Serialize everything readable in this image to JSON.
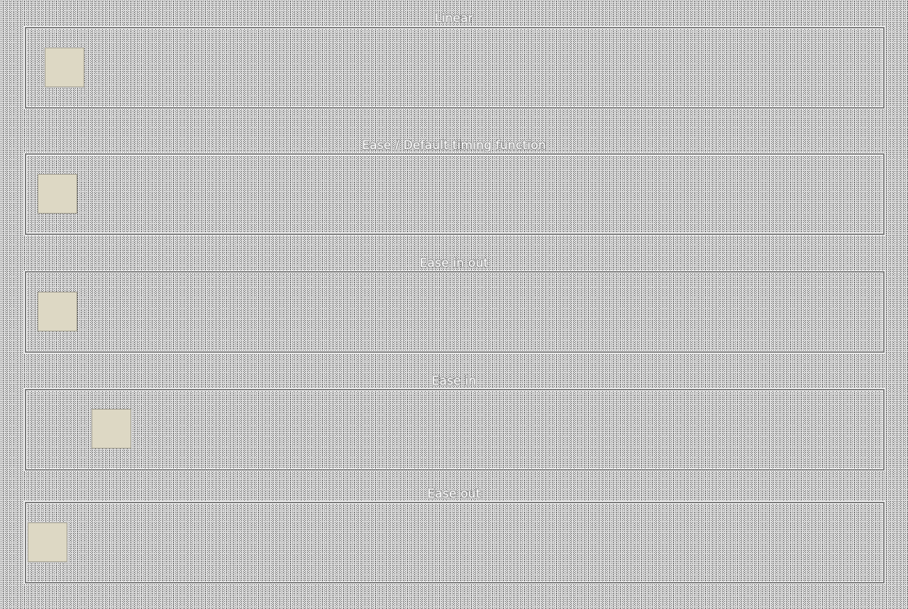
{
  "sections": [
    {
      "title": "Linear"
    },
    {
      "title": "Ease / Default timing function"
    },
    {
      "title": "Ease in out"
    },
    {
      "title": "Ease in"
    },
    {
      "title": "Ease out"
    }
  ],
  "colors": {
    "box_fill": "#ddd8c4",
    "track_border": "#7a7a7a",
    "title_text": "#ffffff"
  }
}
